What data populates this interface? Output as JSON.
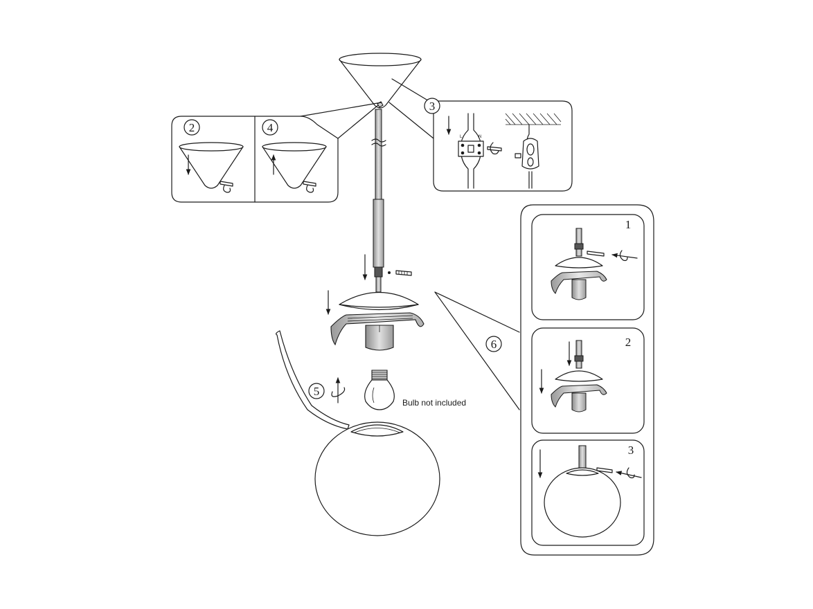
{
  "steps": {
    "step2": "2",
    "step3": "3",
    "step4": "4",
    "step5": "5",
    "step6": "6",
    "sub1": "1",
    "sub2": "2",
    "sub3": "3"
  },
  "labels": {
    "bulb_note": "Bulb not included",
    "wire_live": "L",
    "wire_neutral": "N"
  }
}
